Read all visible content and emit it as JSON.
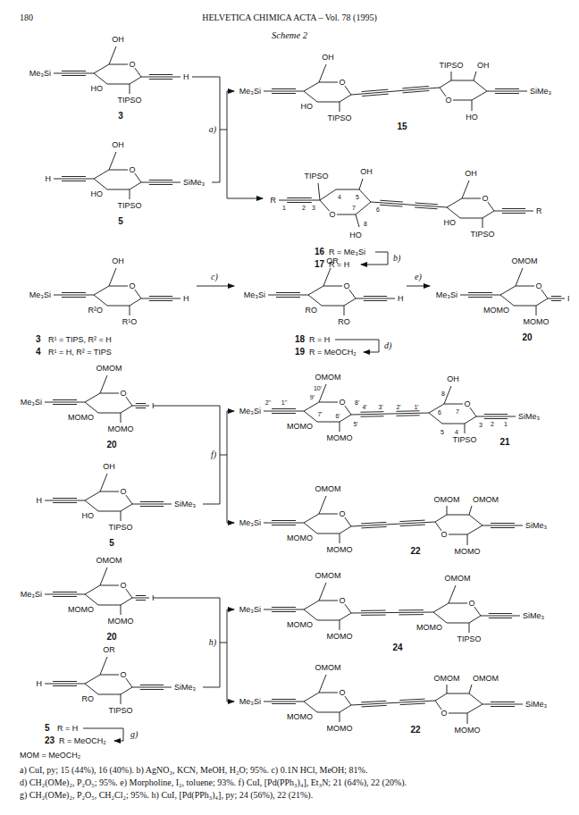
{
  "diagram": {
    "title": "Scheme 2",
    "labels": [
      "180",
      "HELVETICA CHIMICA ACTA – Vol. 78 (1995)",
      "Me₃Si",
      "OH",
      "HO",
      "TIPSO",
      "O",
      "H",
      "3",
      "H",
      "OH",
      "HO",
      "TIPSO",
      "O",
      "SiMe₃",
      "5",
      "a)",
      "Me₃Si",
      "OH",
      "HO",
      "TIPSO",
      "O",
      "TIPSO",
      "OH",
      "SiMe₃",
      "O",
      "HO",
      "15",
      "TIPSO",
      "R",
      "1",
      "2",
      "3",
      "4",
      "5",
      "OH",
      "6",
      "7",
      "O",
      "8",
      "HO",
      "OH",
      "HO",
      "O",
      "TIPSO",
      "R",
      "16",
      "R = Me₃Si",
      "17",
      "R = H",
      "b)",
      "Me₃Si",
      "OH",
      "R²O",
      "R¹O",
      "O",
      "H",
      "3",
      "R¹ = TIPS, R² = H",
      "4",
      "R¹ = H, R² = TIPS",
      "c)",
      "Me₃Si",
      "OR",
      "RO",
      "RO",
      "O",
      "H",
      "18",
      "R = H",
      "19",
      "R = MeOCH₂",
      "d)",
      "e)",
      "Me₃Si",
      "OMOM",
      "MOMO",
      "MOMO",
      "O",
      "I",
      "20",
      "Me₃Si",
      "OMOM",
      "MOMO",
      "MOMO",
      "O",
      "I",
      "20",
      "H",
      "OH",
      "HO",
      "TIPSO",
      "O",
      "SiMe₃",
      "5",
      "f)",
      "Me₃Si",
      "2''",
      "1''",
      "OMOM",
      "10'",
      "9'",
      "8'",
      "O",
      "7'",
      "6'",
      "MOMO",
      "MOMO",
      "5'",
      "4'",
      "3'",
      "2'",
      "1'",
      "8",
      "OH",
      "6",
      "7",
      "O",
      "5",
      "4",
      "TIPSO",
      "3",
      "2",
      "1",
      "SiMe₃",
      "21",
      "Me₃Si",
      "OMOM",
      "MOMO",
      "MOMO",
      "O",
      "OMOM",
      "OMOM",
      "SiMe₃",
      "O",
      "MOMO",
      "22",
      "Me₃Si",
      "OMOM",
      "MOMO",
      "MOMO",
      "O",
      "I",
      "20",
      "H",
      "OR",
      "RO",
      "TIPSO",
      "O",
      "SiMe₃",
      "5",
      "R = H",
      "23",
      "R = MeOCH₂",
      "g)",
      "h)",
      "Me₃Si",
      "OMOM",
      "MOMO",
      "MOMO",
      "O",
      "OMOM",
      "MOMO",
      "O",
      "TIPSO",
      "SiMe₃",
      "24",
      "Me₃Si",
      "OMOM",
      "MOMO",
      "MOMO",
      "O",
      "OMOM",
      "OMOM",
      "SiMe₃",
      "O",
      "MOMO",
      "22",
      "MOM = MeOCH₂",
      "a) CuI, py; 15 (44%), 16 (40%). b) AgNO₃, KCN, MeOH, H₂O; 95%. c) 0.1N HCl, MeOH; 81%.",
      "d) CH₂(OMe)₂, P₂O₅; 95%. e) Morpholine, I₂, toluene; 93%. f) CuI, [Pd(PPh₃)₄], Et₃N; 21 (64%), 22 (20%).",
      "g) CH₂(OMe)₂, P₂O₅, CH₂Cl₂; 95%. h) CuI, [Pd(PPh₃)₄], py; 24 (56%), 22 (21%)."
    ]
  }
}
